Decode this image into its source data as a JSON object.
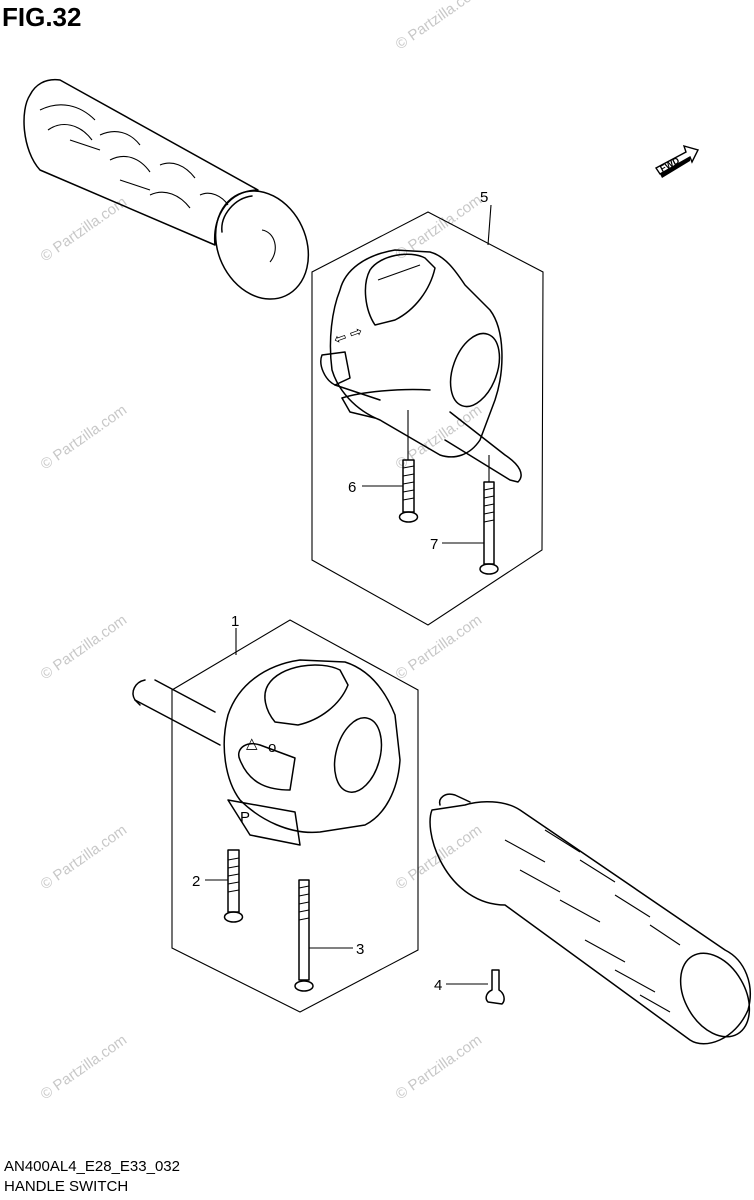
{
  "figure": {
    "title": "FIG.32"
  },
  "footer": {
    "code": "AN400AL4_E28_E33_032",
    "caption": "HANDLE SWITCH"
  },
  "fwd_arrow": {
    "label": "FWD"
  },
  "watermark": {
    "text": "© Partzilla.com"
  },
  "callouts": {
    "c1": "1",
    "c2": "2",
    "c3": "3",
    "c4": "4",
    "c5": "5",
    "c6": "6",
    "c7": "7"
  },
  "switch_symbols": {
    "upper_arrows": "⇦ ⇨",
    "lower_hazard": "△",
    "lower_dot": "o",
    "lower_p": "P"
  }
}
